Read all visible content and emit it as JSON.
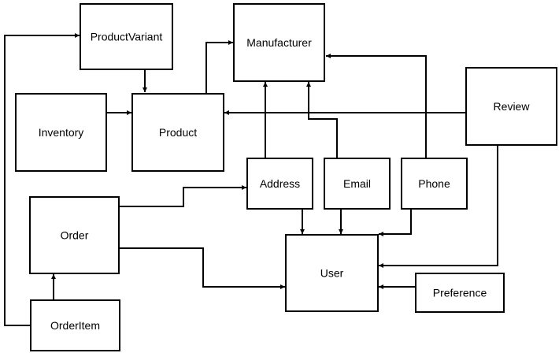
{
  "diagram": {
    "nodes": [
      {
        "id": "productvariant",
        "label": "ProductVariant"
      },
      {
        "id": "manufacturer",
        "label": "Manufacturer"
      },
      {
        "id": "inventory",
        "label": "Inventory"
      },
      {
        "id": "product",
        "label": "Product"
      },
      {
        "id": "review",
        "label": "Review"
      },
      {
        "id": "address",
        "label": "Address"
      },
      {
        "id": "email",
        "label": "Email"
      },
      {
        "id": "phone",
        "label": "Phone"
      },
      {
        "id": "order",
        "label": "Order"
      },
      {
        "id": "user",
        "label": "User"
      },
      {
        "id": "preference",
        "label": "Preference"
      },
      {
        "id": "orderitem",
        "label": "OrderItem"
      }
    ],
    "edges": [
      {
        "from": "orderitem",
        "to": "productvariant"
      },
      {
        "from": "productvariant",
        "to": "product"
      },
      {
        "from": "inventory",
        "to": "product"
      },
      {
        "from": "product",
        "to": "manufacturer"
      },
      {
        "from": "review",
        "to": "product"
      },
      {
        "from": "address",
        "to": "manufacturer"
      },
      {
        "from": "email",
        "to": "manufacturer"
      },
      {
        "from": "phone",
        "to": "manufacturer"
      },
      {
        "from": "order",
        "to": "address"
      },
      {
        "from": "order",
        "to": "user"
      },
      {
        "from": "address",
        "to": "user"
      },
      {
        "from": "email",
        "to": "user"
      },
      {
        "from": "phone",
        "to": "user"
      },
      {
        "from": "review",
        "to": "user"
      },
      {
        "from": "preference",
        "to": "user"
      },
      {
        "from": "orderitem",
        "to": "order"
      }
    ]
  }
}
